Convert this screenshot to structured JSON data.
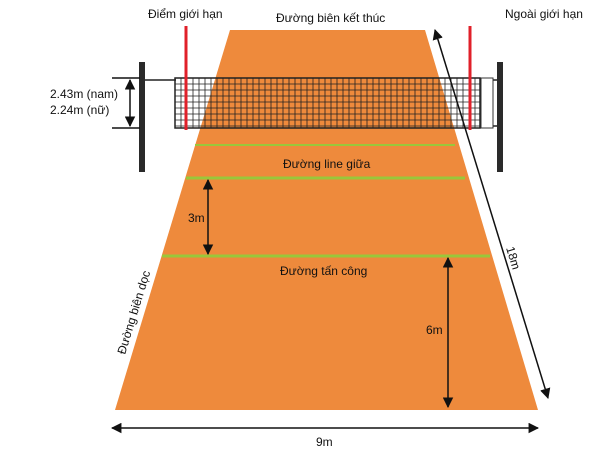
{
  "labels": {
    "antenna_left": "Điểm giới hạn",
    "end_line": "Đường biên kết thúc",
    "antenna_right": "Ngoài giới hạn",
    "net_height_men": "2.43m (nam)",
    "net_height_women": "2.24m (nữ)",
    "center_line": "Đường line giữa",
    "attack_line": "Đường tấn công",
    "side_line": "Đường biên dọc",
    "dim_3m": "3m",
    "dim_6m": "6m",
    "dim_18m": "18m",
    "dim_9m": "9m"
  },
  "colors": {
    "court": "#ee8a3c",
    "court_line": "#9ac73a",
    "antenna": "#e0202a",
    "net": "#222222",
    "post": "#2a2a2a",
    "arrow": "#111111"
  }
}
